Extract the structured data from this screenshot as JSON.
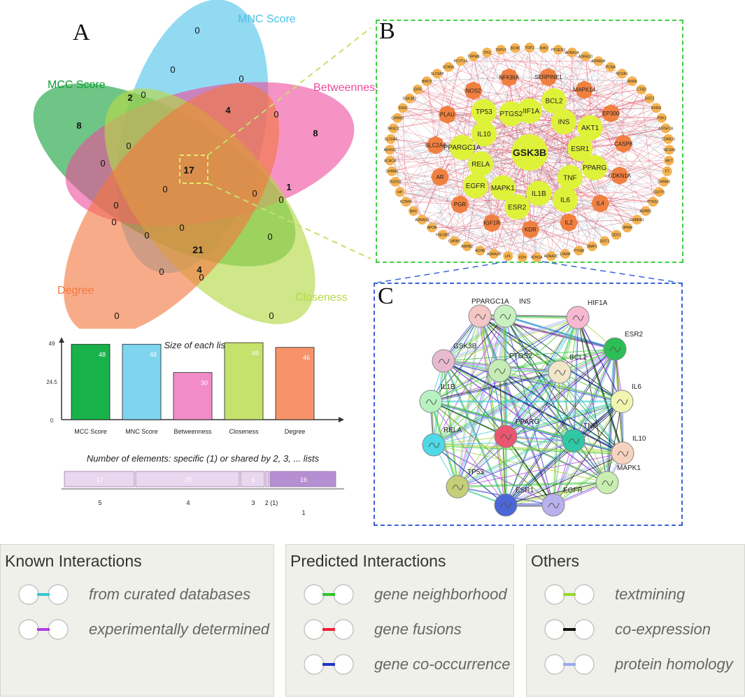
{
  "panels": {
    "a": "A",
    "b": "B",
    "c": "C"
  },
  "venn": {
    "sets": [
      {
        "label": "MCC Score",
        "color": "#0f9e36"
      },
      {
        "label": "MNC Score",
        "color": "#49c1e8"
      },
      {
        "label": "Betweenness",
        "color": "#ef4b9c"
      },
      {
        "label": "Closeness",
        "color": "#b6d84a"
      },
      {
        "label": "Degree",
        "color": "#f4773f"
      }
    ],
    "regions": [
      "0",
      "0",
      "0",
      "2",
      "0",
      "8",
      "4",
      "0",
      "8",
      "0",
      "0",
      "17",
      "0",
      "0",
      "0",
      "0",
      "0",
      "1",
      "0",
      "0",
      "0",
      "21",
      "0",
      "0",
      "4",
      "0",
      "0"
    ]
  },
  "chart_data": [
    {
      "type": "bar",
      "title": "Size of each list",
      "categories": [
        "MCC Score",
        "MNC Score",
        "Betweenness",
        "Closeness",
        "Degree"
      ],
      "values": [
        48,
        48,
        30,
        49,
        46
      ],
      "colors": [
        "#19b14a",
        "#7fd4ee",
        "#f28cc8",
        "#c5e26c",
        "#f7936a"
      ],
      "yticks": [
        "49",
        "24.5",
        "0"
      ],
      "ylim": [
        0,
        49
      ]
    },
    {
      "type": "bar",
      "title": "Number of elements: specific (1) or shared by 2, 3, ... lists",
      "segments": [
        {
          "label": "17",
          "value": 17,
          "shared_by": "5"
        },
        {
          "label": "25",
          "value": 25,
          "shared_by": "4"
        },
        {
          "label": "6",
          "value": 6,
          "shared_by": "3"
        },
        {
          "label": "",
          "value": 1,
          "shared_by": "2 (1)"
        },
        {
          "label": "16",
          "value": 16,
          "shared_by": "1"
        }
      ],
      "colors": [
        "#e8d7ef",
        "#e8d7ef",
        "#e8d7ef",
        "#e8d7ef",
        "#b68fd2"
      ]
    }
  ],
  "network_b": {
    "center": "GSK3B",
    "inner": [
      "HIF1A",
      "BCL2",
      "INS",
      "AKT1",
      "ESR1",
      "PPARG",
      "TNF",
      "IL6",
      "IL1B",
      "ESR2",
      "MAPK1",
      "EGFR",
      "RELA",
      "PPARGC1A",
      "IL10",
      "TP53",
      "PTGS2"
    ],
    "middle": [
      "SERPINE1",
      "MAPK14",
      "EP300",
      "CASP8",
      "CDKN1A",
      "IL4",
      "IL2",
      "KDR",
      "IGF1R",
      "PGR",
      "AR",
      "SLC2A4",
      "PLAU",
      "NOS2",
      "NFKBIA"
    ],
    "outer": [
      "TOP1",
      "RHO",
      "PTGER3",
      "ADRA1A",
      "ADRA1D",
      "ADRA1B",
      "PCNA",
      "NCOA1",
      "RXRA",
      "CTSD",
      "GOT2",
      "RXRG",
      "PDK1",
      "ATP5F1B",
      "CD40LG",
      "NCOA2",
      "MET",
      "F7",
      "CHRM3",
      "GSTP1",
      "PTGS1",
      "ADRB1",
      "GABRA1",
      "OPRM",
      "ODC1",
      "GOT1",
      "MMP1",
      "PYGM",
      "LTA4H",
      "ADRA2C",
      "ADH1A",
      "XDH",
      "LPL",
      "ADRA2B",
      "ACHE",
      "ADRB2",
      "CHRM1",
      "HSD3B2",
      "APOB",
      "ADRA2A",
      "BAX",
      "KCNH2",
      "HP",
      "DUOX2",
      "CHRM5",
      "ACACA",
      "ADH1C",
      "SLC6A4",
      "NR3C2",
      "CHRM2",
      "INSR",
      "GSK3B2",
      "EIF6",
      "BIRC5",
      "SLC6A2",
      "SCN5A",
      "PCYT1A",
      "TRPM8",
      "TPI1",
      "TRPV1",
      "BCHE"
    ]
  },
  "network_c": {
    "nodes": [
      "PPARGC1A",
      "INS",
      "HIF1A",
      "ESR2",
      "GSK3B",
      "PTGS2",
      "BCL2",
      "IL6",
      "IL1B",
      "PPARG",
      "TNF",
      "IL10",
      "RELA",
      "TP53",
      "ESR1",
      "EGFR",
      "MAPK1"
    ]
  },
  "legend": {
    "known": {
      "title": "Known Interactions",
      "items": [
        {
          "label": "from curated databases",
          "color": "#32c9cf"
        },
        {
          "label": "experimentally determined",
          "color": "#b43be3"
        }
      ]
    },
    "predicted": {
      "title": "Predicted Interactions",
      "items": [
        {
          "label": "gene neighborhood",
          "color": "#2ec42e"
        },
        {
          "label": "gene fusions",
          "color": "#ee2035"
        },
        {
          "label": "gene co-occurrence",
          "color": "#2234c9"
        }
      ]
    },
    "others": {
      "title": "Others",
      "items": [
        {
          "label": "textmining",
          "color": "#9bd62e"
        },
        {
          "label": "co-expression",
          "color": "#111111"
        },
        {
          "label": "protein homology",
          "color": "#9aa8ee"
        }
      ]
    }
  }
}
